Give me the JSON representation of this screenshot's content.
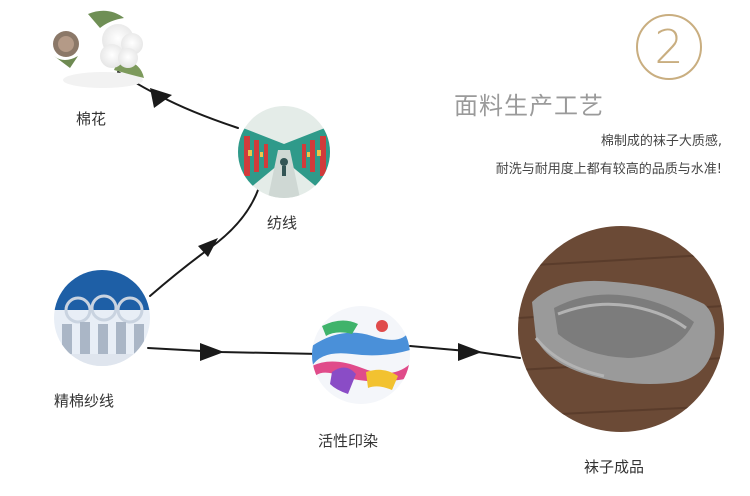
{
  "step": {
    "number": "2",
    "title": "面料生产工艺",
    "desc_line1": "棉制成的袜子大质感,",
    "desc_line2": "耐洗与耐用度上都有较高的品质与水准!"
  },
  "process": {
    "cotton": "棉花",
    "spinning": "纺线",
    "combed_yarn": "精棉纱线",
    "printing_dyeing": "活性印染",
    "finished_socks": "袜子成品"
  },
  "colors": {
    "accent_gold": "#c9ae80",
    "title_gray": "#9a9a9a",
    "arrow": "#1a1a1a"
  },
  "icons": [
    "cotton-boll-image",
    "spinning-mill-image",
    "yarn-machine-image",
    "dyeing-image",
    "sock-product-image",
    "arrow-icon"
  ]
}
